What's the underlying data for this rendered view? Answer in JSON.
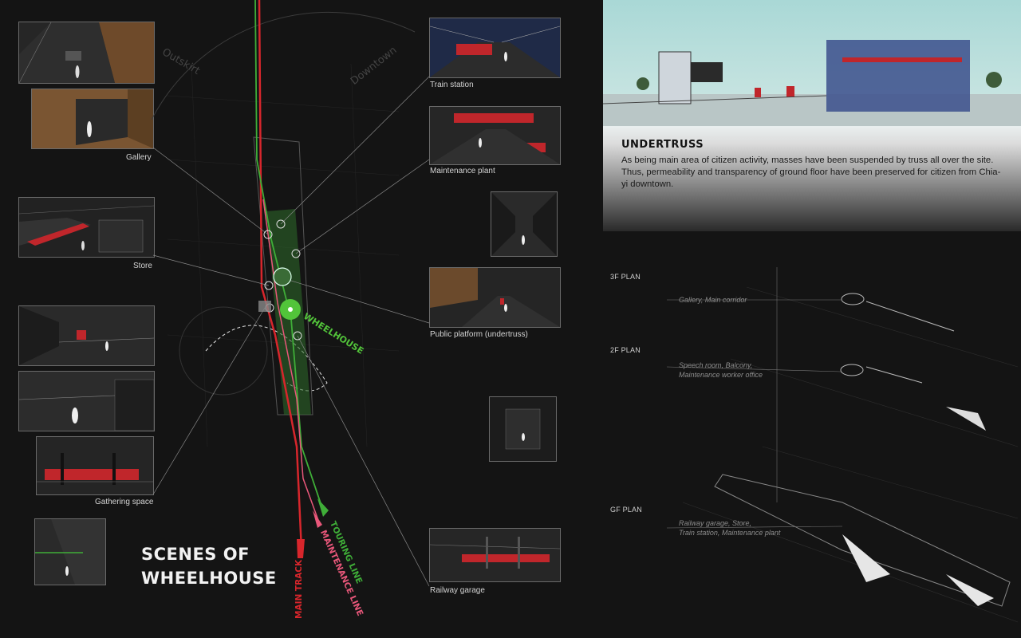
{
  "title": {
    "line1": "SCENES OF",
    "line2": "WHEELHOUSE"
  },
  "undertruss": {
    "heading": "UNDERTRUSS",
    "text": "As being main area of citizen activity, masses have been suspended by truss all over the site.  Thus,  permeability and transparency of ground floor have been preserved for citizen from Chia-yi downtown."
  },
  "scene_captions": {
    "gallery": "Gallery",
    "store": "Store",
    "gathering_space": "Gathering space",
    "train_station": "Train station",
    "maintenance_plant": "Maintenance plant",
    "public_platform": "Public platform (undertruss)",
    "railway_garage": "Railway garage"
  },
  "map_labels": {
    "outskirt": "Outskirt",
    "downtown": "Downtown",
    "wheelhouse": "WHEELHOUSE",
    "touring_line": "TOURING LINE",
    "maintenance_line": "MAINTENANCE LINE",
    "main_track": "MAIN TRACK"
  },
  "plans": [
    {
      "label": "3F PLAN",
      "note1": "Gallery, Main corridor",
      "note2": ""
    },
    {
      "label": "2F PLAN",
      "note1": "Speech room, Balcony,",
      "note2": "Maintenance worker office"
    },
    {
      "label": "GF PLAN",
      "note1": "Railway garage, Store,",
      "note2": "Train station, Maintenance plant"
    }
  ],
  "colors": {
    "background": "#141414",
    "main_track": "#d8262c",
    "touring_line": "#3fae38",
    "maintenance_line": "#e8577a",
    "wheelhouse_green": "#52c43a"
  }
}
